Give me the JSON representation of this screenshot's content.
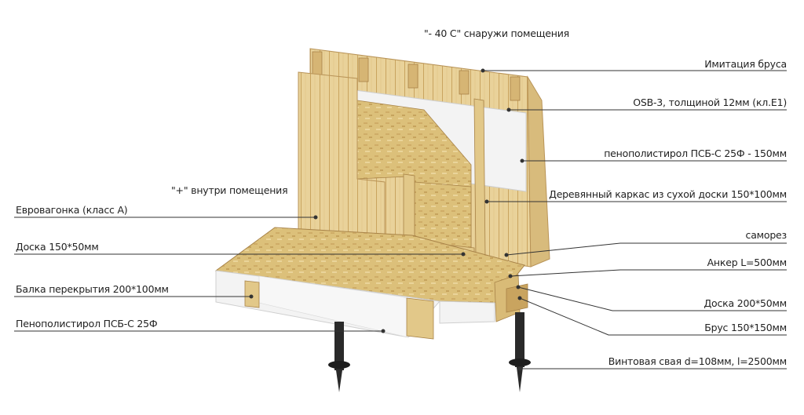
{
  "diagram": {
    "outside_label": "\"- 40    C\" снаружи помещения",
    "inside_label": "\"+\" внутри помещения",
    "callouts_right": [
      "Имитация бруса",
      "OSB-3, толщиной 12мм (кл.E1)",
      "пенополистирол ПСБ-С 25Ф - 150мм",
      "Деревянный каркас из сухой доски 150*100мм",
      "саморез",
      "Анкер L=500мм",
      "Доска 200*50мм",
      "Брус 150*150мм",
      "Винтовая свая d=108мм, l=2500мм"
    ],
    "callouts_left": [
      "Евровагонка (класс А)",
      "Доска 150*50мм",
      "Балка перекрытия 200*100мм",
      "Пенополистирол ПСБ-С 25Ф"
    ],
    "colors": {
      "wood": "#e8cf93",
      "wood_dark": "#c9a45f",
      "osb": "#dcc07a",
      "foam": "#f2f2f2",
      "pile": "#2a2a2a",
      "line": "#333333"
    }
  }
}
